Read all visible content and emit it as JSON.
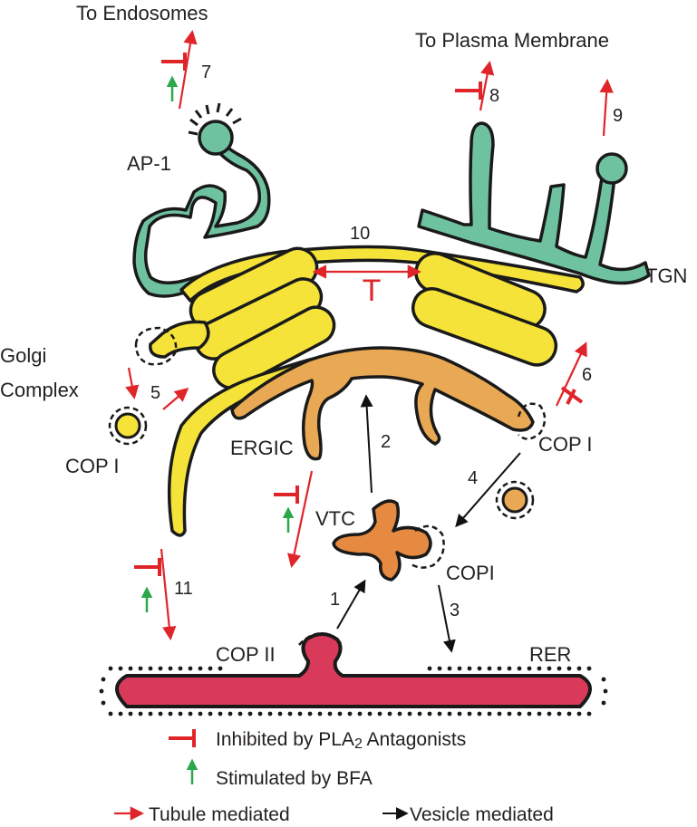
{
  "destinations": {
    "endosomes": "To Endosomes",
    "plasma_membrane": "To Plasma Membrane"
  },
  "compartments": {
    "golgi": [
      "Golgi",
      "Complex"
    ],
    "tgn": "TGN",
    "ergic": "ERGIC",
    "vtc": "VTC",
    "rer": "RER"
  },
  "coats": {
    "ap1": "AP-1",
    "copi_left": "COP I",
    "copi_right": "COP I",
    "copi_vtc": "COPI",
    "copii": "COP II"
  },
  "pathway_numbers": {
    "p1": "1",
    "p2": "2",
    "p3": "3",
    "p4": "4",
    "p5": "5",
    "p6": "6",
    "p7": "7",
    "p8": "8",
    "p9": "9",
    "p10": "10",
    "p11": "11"
  },
  "intra_golgi_symbol": "T",
  "legend": {
    "inhibited": "Inhibited by PLA",
    "inhibited_sub": "2",
    "inhibited_suffix": " Antagonists",
    "stimulated": "Stimulated by BFA",
    "tubule": "Tubule mediated",
    "vesicle": "Vesicle mediated"
  },
  "colors": {
    "tgn": "#6fc2a0",
    "golgi": "#f5e33a",
    "ergic": "#e9a954",
    "vtc": "#e58a40",
    "rer": "#d93a5a",
    "inhibition": "#e0252a",
    "stimulation": "#2aa84a"
  }
}
